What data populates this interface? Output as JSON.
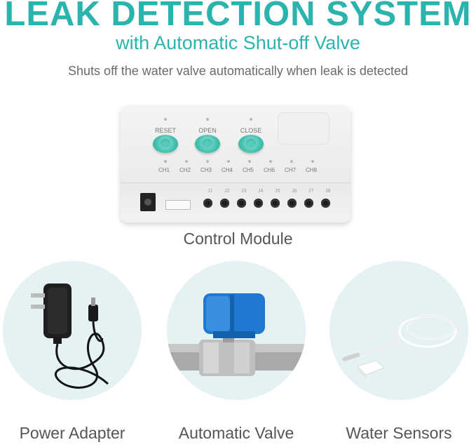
{
  "header": {
    "title": "LEAK DETECTION SYSTEM",
    "subtitle": "with Automatic Shut-off Valve",
    "tagline": "Shuts off the water valve automatically when  leak is detected"
  },
  "module": {
    "buttons": [
      {
        "label": "RESET"
      },
      {
        "label": "OPEN"
      },
      {
        "label": "CLOSE"
      }
    ],
    "channels": [
      "CH1",
      "CH2",
      "CH3",
      "CH4",
      "CH5",
      "CH6",
      "CH7",
      "CH8"
    ],
    "ports": [
      "J1",
      "J2",
      "J3",
      "J4",
      "J5",
      "J6",
      "J7",
      "J8"
    ],
    "caption": "Control Module"
  },
  "components": [
    {
      "caption": "Power Adapter"
    },
    {
      "caption": "Automatic Valve"
    },
    {
      "caption": "Water Sensors"
    }
  ],
  "colors": {
    "accent": "#2bb3ad",
    "button_teal": "#46c4b2",
    "valve_blue": "#1f78d1",
    "circle_bg": "#e4f2f3"
  }
}
